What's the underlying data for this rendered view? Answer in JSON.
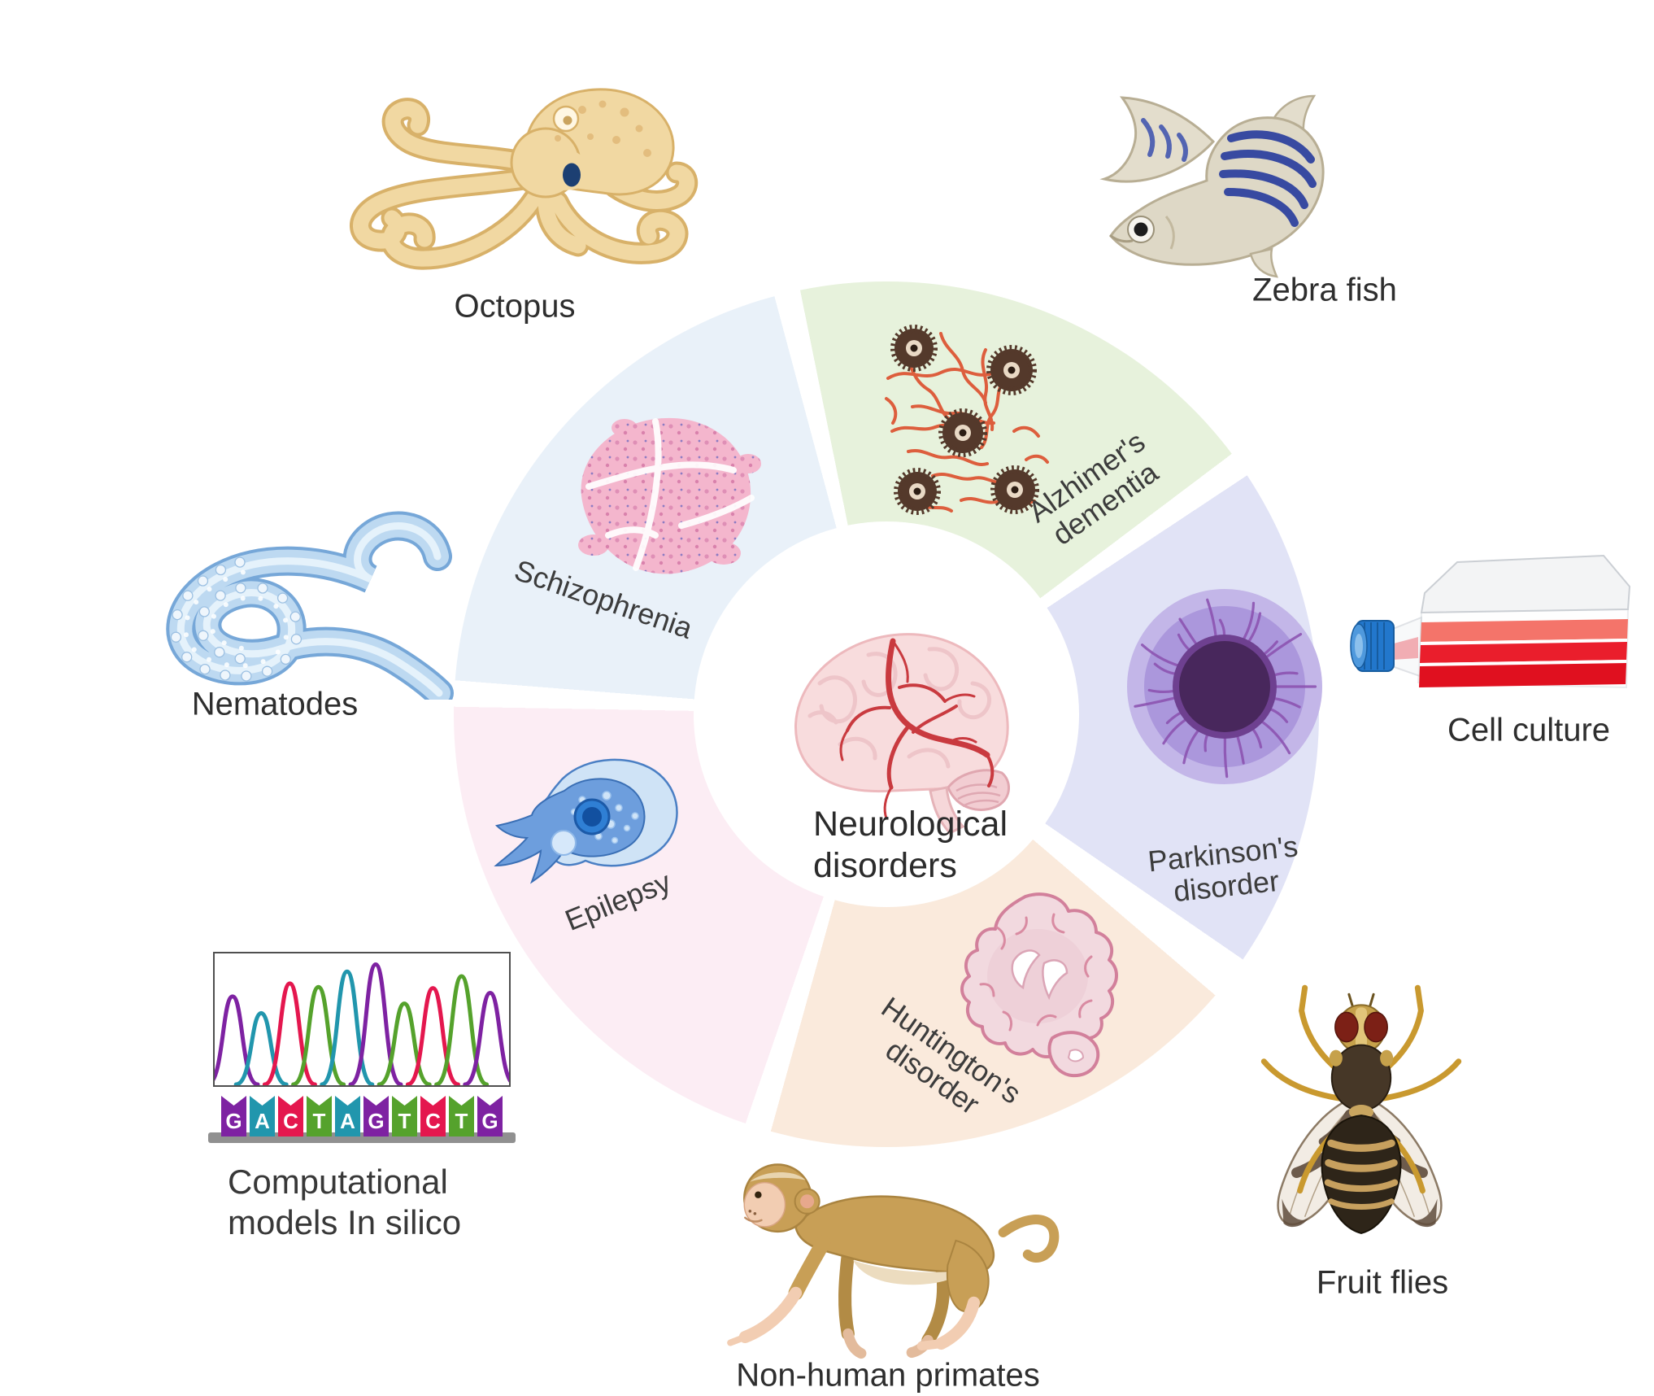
{
  "diagram": {
    "center": {
      "line1": "Neurological",
      "line2": "disorders"
    },
    "background_color": "#ffffff"
  },
  "segments": [
    {
      "id": "alzheimers",
      "line1": "Alzhimer's",
      "line2": "dementia",
      "color": "#e7f2dc"
    },
    {
      "id": "parkinsons",
      "line1": "Parkinson's",
      "line2": "disorder",
      "color": "#e1e3f6"
    },
    {
      "id": "huntingtons",
      "line1": "Huntington's",
      "line2": "disorder",
      "color": "#faeadc"
    },
    {
      "id": "epilepsy",
      "line1": "Epilepsy",
      "color": "#fcedf4"
    },
    {
      "id": "schizophrenia",
      "line1": "Schizophrenia",
      "color": "#e9f1f9"
    }
  ],
  "models": {
    "octopus": "Octopus",
    "zebrafish": "Zebra fish",
    "cell_culture": "Cell culture",
    "fruit_flies": "Fruit flies",
    "primates": "Non-human primates",
    "nematodes": "Nematodes",
    "computational": {
      "line1": "Computational",
      "line2": "models In silico"
    }
  },
  "chromatogram": {
    "sequence": [
      {
        "base": "G",
        "color": "#7e22a2"
      },
      {
        "base": "A",
        "color": "#2196ad"
      },
      {
        "base": "C",
        "color": "#e4174e"
      },
      {
        "base": "T",
        "color": "#55a22c"
      },
      {
        "base": "A",
        "color": "#2196ad"
      },
      {
        "base": "G",
        "color": "#7e22a2"
      },
      {
        "base": "T",
        "color": "#55a22c"
      },
      {
        "base": "C",
        "color": "#e4174e"
      },
      {
        "base": "T",
        "color": "#55a22c"
      },
      {
        "base": "G",
        "color": "#7e22a2"
      }
    ],
    "peaks": [
      {
        "color": "#7e22a2",
        "height": 0.72
      },
      {
        "color": "#2196ad",
        "height": 0.58
      },
      {
        "color": "#e4174e",
        "height": 0.83
      },
      {
        "color": "#55a22c",
        "height": 0.8
      },
      {
        "color": "#2196ad",
        "height": 0.93
      },
      {
        "color": "#7e22a2",
        "height": 0.99
      },
      {
        "color": "#55a22c",
        "height": 0.66
      },
      {
        "color": "#e4174e",
        "height": 0.79
      },
      {
        "color": "#55a22c",
        "height": 0.89
      },
      {
        "color": "#7e22a2",
        "height": 0.75
      }
    ]
  }
}
